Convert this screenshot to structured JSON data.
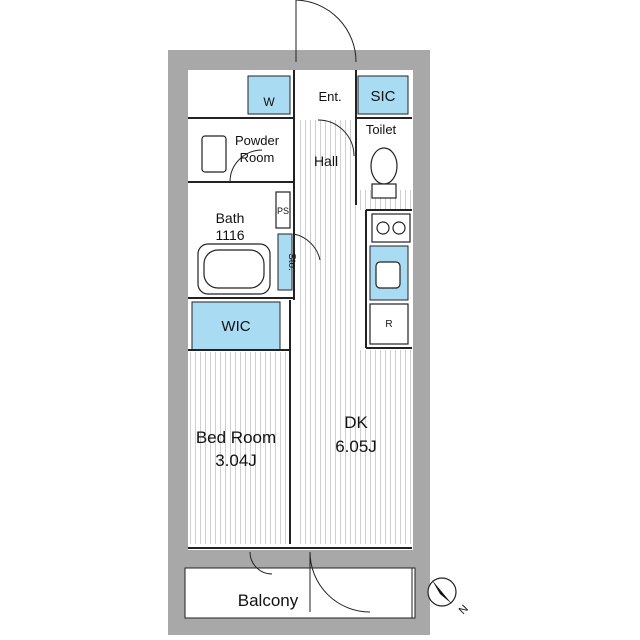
{
  "rooms": {
    "washer": "W",
    "entrance": "Ent.",
    "sic": "SIC",
    "toilet": "Toilet",
    "powder_room_line1": "Powder",
    "powder_room_line2": "Room",
    "hall": "Hall",
    "bath_line1": "Bath",
    "bath_line2": "1116",
    "pipe_space": "PS",
    "storage": "Sto.",
    "wic": "WIC",
    "refrigerator": "R",
    "bedroom_line1": "Bed Room",
    "bedroom_line2": "3.04J",
    "dk_line1": "DK",
    "dk_line2": "6.05J",
    "balcony": "Balcony"
  },
  "compass": {
    "north": "N"
  },
  "colors": {
    "wall_gray": "#a8a8a8",
    "storage_blue": "#a9dcf3",
    "line": "#222222",
    "floor_stripe": "#cfcfcf"
  }
}
